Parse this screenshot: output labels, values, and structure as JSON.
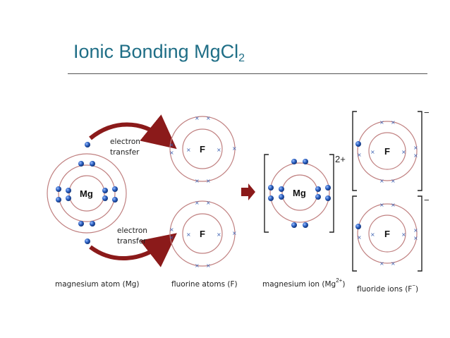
{
  "title": {
    "main": "Ionic Bonding MgCl",
    "subscript": "2"
  },
  "diagram": {
    "mg_symbol": "Mg",
    "f_symbol": "F",
    "transfer_label_line1": "electron",
    "transfer_label_line2": "transfer",
    "mg_ion_charge": "2+",
    "f_ion_charge": "−",
    "caption_mg_atom": "magnesium atom (Mg)",
    "caption_f_atoms": "fluorine atoms (F)",
    "caption_mg_ion": "magnesium ion (Mg",
    "caption_mg_ion_sup": "2+",
    "caption_mg_ion_close": ")",
    "caption_f_ions": "fluoride ions (F",
    "caption_f_ions_sup": "−",
    "caption_f_ions_close": ")",
    "colors": {
      "title": "#1f6e86",
      "shell": "#c08080",
      "electron_ball": "#1e4fa3",
      "electron_cross": "#3a5fb0",
      "arrow": "#8b1a1a",
      "bracket": "#222222"
    }
  }
}
